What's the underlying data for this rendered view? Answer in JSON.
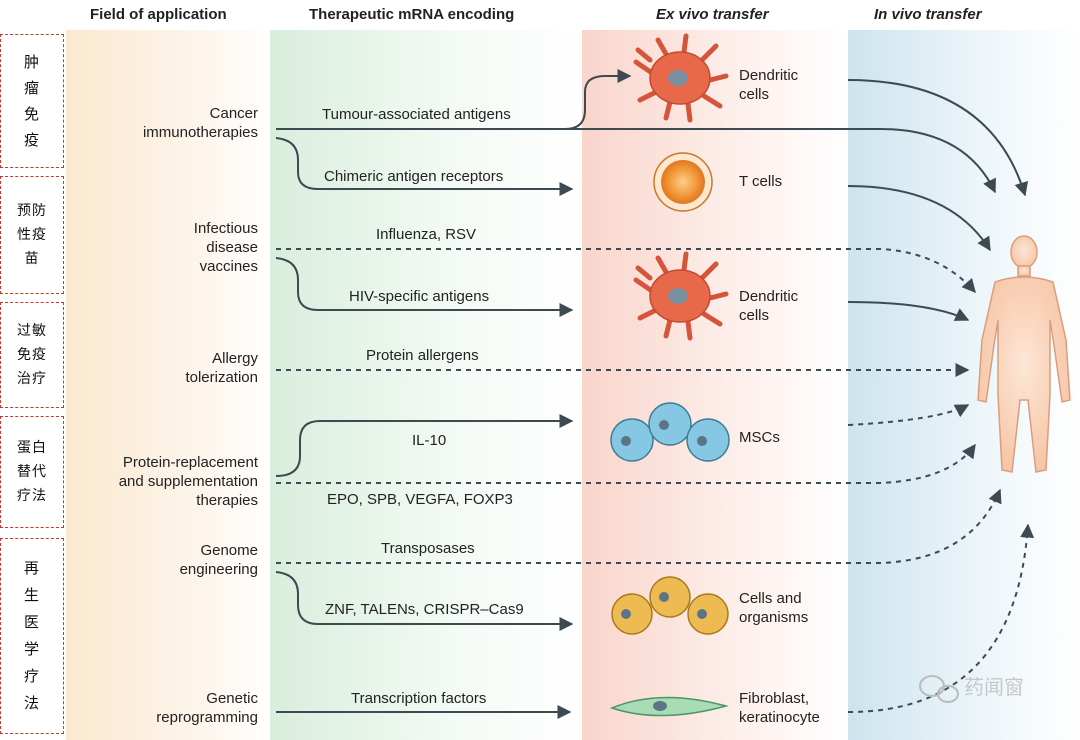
{
  "headers": {
    "field": "Field of application",
    "encoding": "Therapeutic mRNA encoding",
    "ex_vivo": "Ex vivo transfer",
    "in_vivo": "In vivo transfer"
  },
  "categories_cn": {
    "tumor_immunity": "肿瘤免疫",
    "preventive_vaccines": "预防性疫苗",
    "allergy_immunotherapy": "过敏免疫治疗",
    "protein_replacement": "蛋白替代疗法",
    "regenerative_medicine": "再生医学疗法"
  },
  "fields": {
    "cancer": [
      "Cancer",
      "immunotherapies"
    ],
    "infectious": [
      "Infectious",
      "disease",
      "vaccines"
    ],
    "allergy": [
      "Allergy",
      "tolerization"
    ],
    "protein": [
      "Protein-replacement",
      "and supplementation",
      "therapies"
    ],
    "genome": [
      "Genome",
      "engineering"
    ],
    "genetic": [
      "Genetic",
      "reprogramming"
    ]
  },
  "encodings": {
    "tumour_antigens": "Tumour-associated antigens",
    "car": "Chimeric antigen receptors",
    "influenza": "Influenza, RSV",
    "hiv": "HIV-specific antigens",
    "allergens": "Protein allergens",
    "il10": "IL-10",
    "epo": "EPO, SPB, VEGFA, FOXP3",
    "transposases": "Transposases",
    "znf": "ZNF, TALENs, CRISPR–Cas9",
    "tf": "Transcription factors"
  },
  "cells": {
    "dendritic_1": [
      "Dendritic",
      "cells"
    ],
    "tcells": "T cells",
    "dendritic_2": [
      "Dendritic",
      "cells"
    ],
    "mscs": "MSCs",
    "cells_organisms": [
      "Cells and",
      "organisms"
    ],
    "fibroblast": [
      "Fibroblast,",
      "keratinocyte"
    ]
  },
  "watermark": "药闻窗",
  "colors": {
    "arrow": "#3d4a52",
    "field_bg": "#fbe8cf",
    "encoding_bg": "#d9eedd",
    "ex_vivo_bg": "#f9d5cb",
    "in_vivo_bg": "#cde4ee",
    "dendritic": "#e8684a",
    "tcell": "#f39a3d",
    "msc": "#6fb9d8",
    "organism_cell": "#e6b24a",
    "fibroblast": "#8fcfa0",
    "body": "#fbd7c0",
    "cn_border": "#c0392b"
  }
}
